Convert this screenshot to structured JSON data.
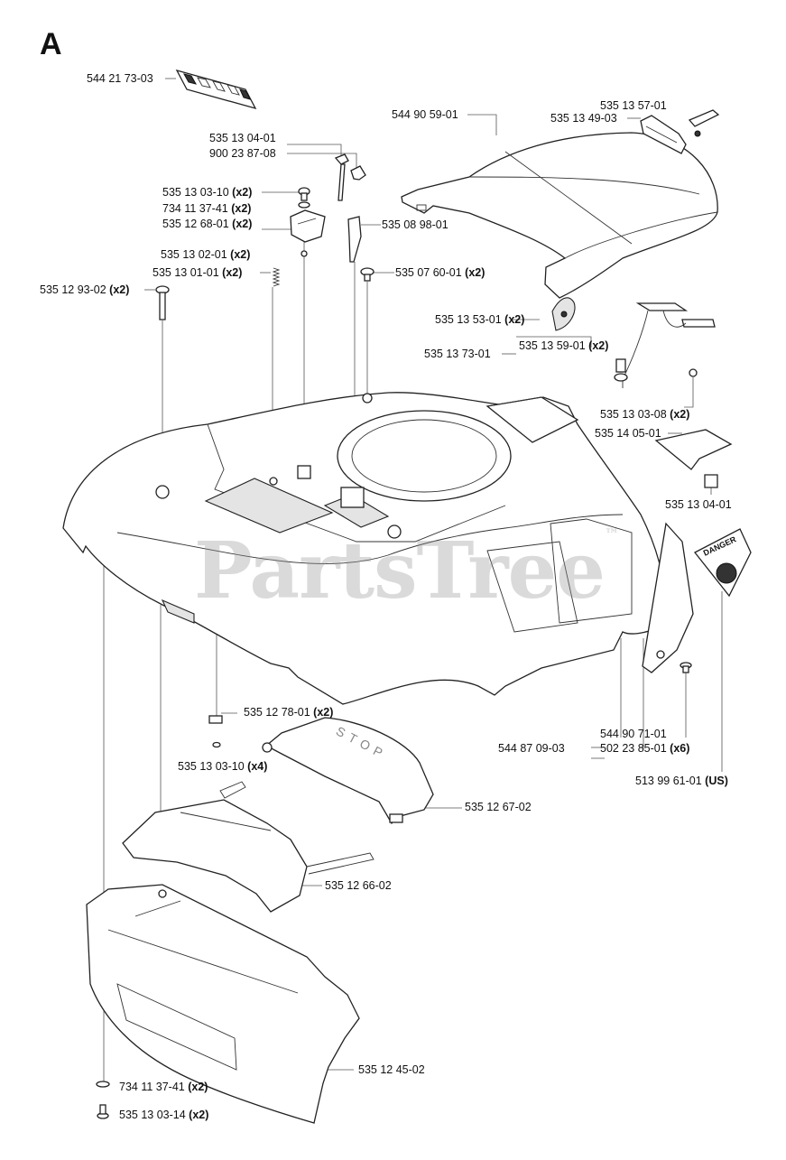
{
  "section_letter": "A",
  "watermark": "PartsTree",
  "watermark_mark": "™",
  "labels": [
    {
      "id": "l01",
      "part": "544 21 73-03",
      "qty": ""
    },
    {
      "id": "l02",
      "part": "544 90 59-01",
      "qty": ""
    },
    {
      "id": "l03",
      "part": "535 13 57-01",
      "qty": ""
    },
    {
      "id": "l04",
      "part": "535 13 49-03",
      "qty": ""
    },
    {
      "id": "l05",
      "part": "535 13 04-01",
      "qty": ""
    },
    {
      "id": "l06",
      "part": "900 23 87-08",
      "qty": ""
    },
    {
      "id": "l07",
      "part": "535 13 03-10",
      "qty": "(x2)"
    },
    {
      "id": "l08",
      "part": "734 11 37-41",
      "qty": "(x2)"
    },
    {
      "id": "l09",
      "part": "535 12 68-01",
      "qty": "(x2)"
    },
    {
      "id": "l10",
      "part": "535 13 02-01",
      "qty": "(x2)"
    },
    {
      "id": "l11",
      "part": "535 08 98-01",
      "qty": ""
    },
    {
      "id": "l12",
      "part": "535 13 01-01",
      "qty": "(x2)"
    },
    {
      "id": "l13",
      "part": "535 07 60-01",
      "qty": "(x2)"
    },
    {
      "id": "l14",
      "part": "535 12 93-02",
      "qty": "(x2)"
    },
    {
      "id": "l15",
      "part": "535 13 53-01",
      "qty": "(x2)"
    },
    {
      "id": "l16",
      "part": "535 13 59-01",
      "qty": "(x2)"
    },
    {
      "id": "l17",
      "part": "535 13 73-01",
      "qty": ""
    },
    {
      "id": "l18",
      "part": "535 13 03-08",
      "qty": "(x2)"
    },
    {
      "id": "l19",
      "part": "535 14 05-01",
      "qty": ""
    },
    {
      "id": "l20",
      "part": "535 13 04-01",
      "qty": ""
    },
    {
      "id": "l21",
      "part": "535 12 78-01",
      "qty": "(x2)"
    },
    {
      "id": "l22",
      "part": "544 90 71-01",
      "qty": ""
    },
    {
      "id": "l23",
      "part": "544 87 09-03",
      "qty": ""
    },
    {
      "id": "l24",
      "part": "502 23 85-01",
      "qty": "(x6)"
    },
    {
      "id": "l25",
      "part": "513 99 61-01",
      "qty": "(US)"
    },
    {
      "id": "l26",
      "part": "535 13 03-10",
      "qty": "(x4)"
    },
    {
      "id": "l27",
      "part": "535 12 67-02",
      "qty": ""
    },
    {
      "id": "l28",
      "part": "535 12 66-02",
      "qty": ""
    },
    {
      "id": "l29",
      "part": "535 12 45-02",
      "qty": ""
    },
    {
      "id": "l30",
      "part": "734 11 37-41",
      "qty": "(x2)"
    },
    {
      "id": "l31",
      "part": "535 13 03-14",
      "qty": "(x2)"
    }
  ],
  "decal_text": {
    "danger_sign": "DANGER",
    "stop_lid": "STOP"
  }
}
